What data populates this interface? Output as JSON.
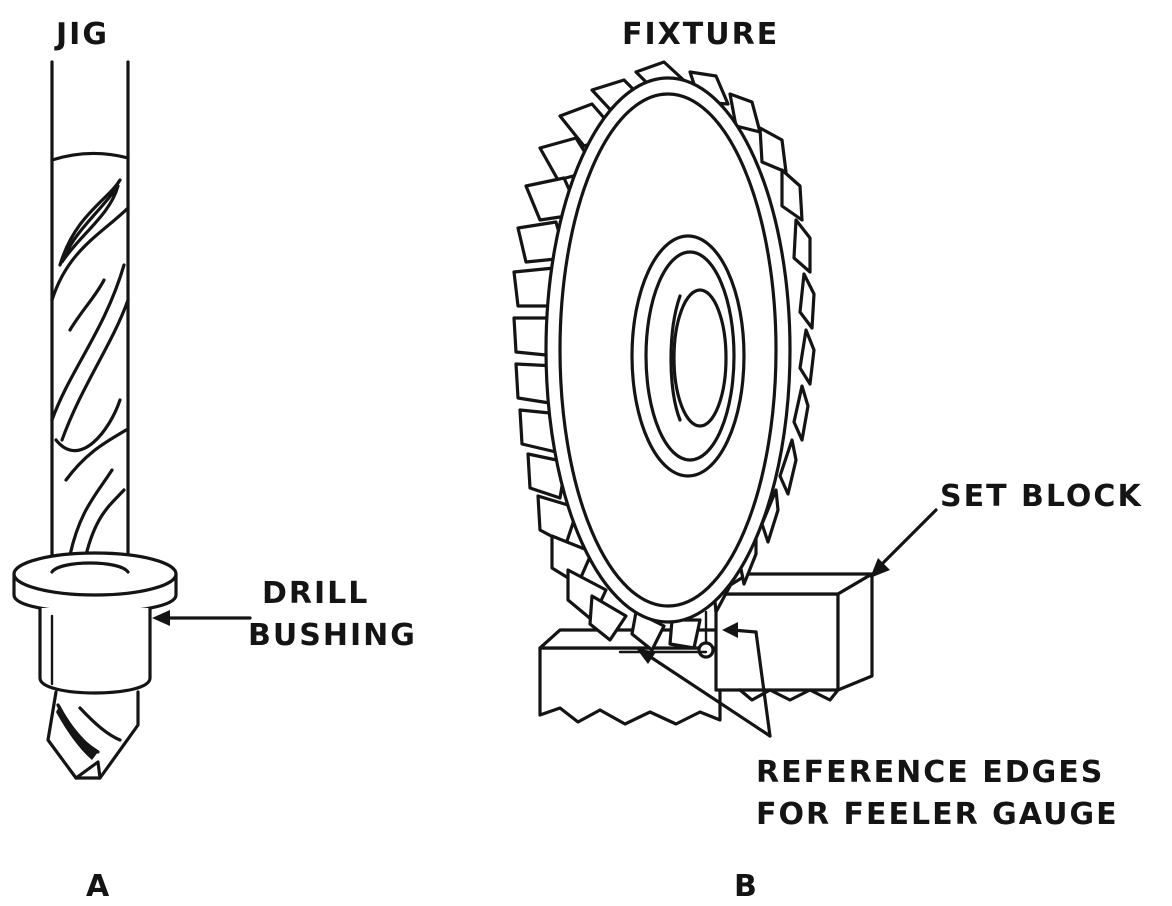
{
  "panel_a": {
    "title": "JIG",
    "bushing_label_line1": "DRILL",
    "bushing_label_line2": "BUSHING",
    "panel_letter": "A"
  },
  "panel_b": {
    "title": "FIXTURE",
    "set_block_label": "SET BLOCK",
    "reference_label_line1": "REFERENCE EDGES",
    "reference_label_line2": "FOR FEELER GAUGE",
    "panel_letter": "B"
  },
  "colors": {
    "ink": "#141414",
    "background": "#ffffff"
  }
}
